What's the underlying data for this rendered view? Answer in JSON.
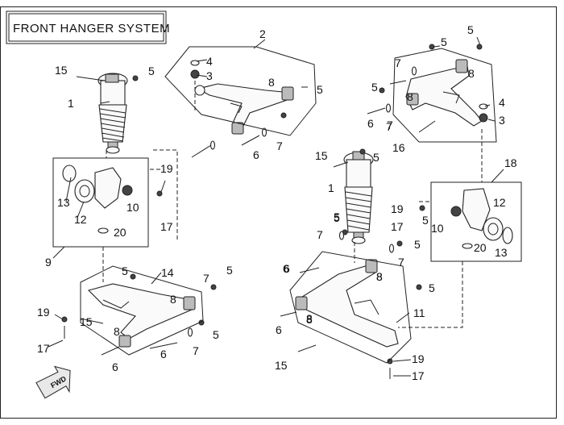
{
  "title": "FRONT HANGER SYSTEM",
  "fwd_label": "FWD",
  "callouts": [
    {
      "id": "c2a",
      "text": "2"
    },
    {
      "id": "c5a",
      "text": "5"
    },
    {
      "id": "c5b",
      "text": "5"
    },
    {
      "id": "c7a",
      "text": "7"
    },
    {
      "id": "c8a",
      "text": "8"
    },
    {
      "id": "c5c",
      "text": "5"
    },
    {
      "id": "c15a",
      "text": "15"
    },
    {
      "id": "c5d",
      "text": "5"
    },
    {
      "id": "c4a",
      "text": "4"
    },
    {
      "id": "c3a",
      "text": "3"
    },
    {
      "id": "c1a",
      "text": "1"
    },
    {
      "id": "c8b",
      "text": "8"
    },
    {
      "id": "c8c",
      "text": "8"
    },
    {
      "id": "c5e",
      "text": "5"
    },
    {
      "id": "c7b",
      "text": "7"
    },
    {
      "id": "c6a",
      "text": "6"
    },
    {
      "id": "c7c",
      "text": "7"
    },
    {
      "id": "c6b",
      "text": "6"
    },
    {
      "id": "c19a",
      "text": "19"
    },
    {
      "id": "c13a",
      "text": "13"
    },
    {
      "id": "c12a",
      "text": "12"
    },
    {
      "id": "c10a",
      "text": "10"
    },
    {
      "id": "c17a",
      "text": "17"
    },
    {
      "id": "c20a",
      "text": "20"
    },
    {
      "id": "c9a",
      "text": "9"
    },
    {
      "id": "c5f",
      "text": "5"
    },
    {
      "id": "c14a",
      "text": "14"
    },
    {
      "id": "c7d",
      "text": "7"
    },
    {
      "id": "c5g",
      "text": "5"
    },
    {
      "id": "c8d",
      "text": "8"
    },
    {
      "id": "c19b",
      "text": "19"
    },
    {
      "id": "c15b",
      "text": "15"
    },
    {
      "id": "c8e",
      "text": "8"
    },
    {
      "id": "c5h",
      "text": "5"
    },
    {
      "id": "c17b",
      "text": "17"
    },
    {
      "id": "c6c",
      "text": "6"
    },
    {
      "id": "c7e",
      "text": "7"
    },
    {
      "id": "c6d",
      "text": "6"
    },
    {
      "id": "c5i",
      "text": "5"
    },
    {
      "id": "c7f",
      "text": "7"
    },
    {
      "id": "c5j",
      "text": "5"
    },
    {
      "id": "c8f",
      "text": "8"
    },
    {
      "id": "c8g",
      "text": "8"
    },
    {
      "id": "c6e",
      "text": "6"
    },
    {
      "id": "c7g",
      "text": "7"
    },
    {
      "id": "c16a",
      "text": "16"
    },
    {
      "id": "c4b",
      "text": "4"
    },
    {
      "id": "c3b",
      "text": "3"
    },
    {
      "id": "c15c",
      "text": "15"
    },
    {
      "id": "c5k",
      "text": "5"
    },
    {
      "id": "c1b",
      "text": "1"
    },
    {
      "id": "c18a",
      "text": "18"
    },
    {
      "id": "c19c",
      "text": "19"
    },
    {
      "id": "c12b",
      "text": "12"
    },
    {
      "id": "c17c",
      "text": "17"
    },
    {
      "id": "c10b",
      "text": "10"
    },
    {
      "id": "c20b",
      "text": "20"
    },
    {
      "id": "c13b",
      "text": "13"
    },
    {
      "id": "c5l",
      "text": "5"
    },
    {
      "id": "c7h",
      "text": "7"
    },
    {
      "id": "c5m",
      "text": "5"
    },
    {
      "id": "c6f",
      "text": "6"
    },
    {
      "id": "c8h",
      "text": "8"
    },
    {
      "id": "c5n",
      "text": "5"
    },
    {
      "id": "c8i",
      "text": "8"
    },
    {
      "id": "c11a",
      "text": "11"
    },
    {
      "id": "c6g",
      "text": "6"
    },
    {
      "id": "c15d",
      "text": "15"
    },
    {
      "id": "c19d",
      "text": "19"
    },
    {
      "id": "c17d",
      "text": "17"
    }
  ]
}
